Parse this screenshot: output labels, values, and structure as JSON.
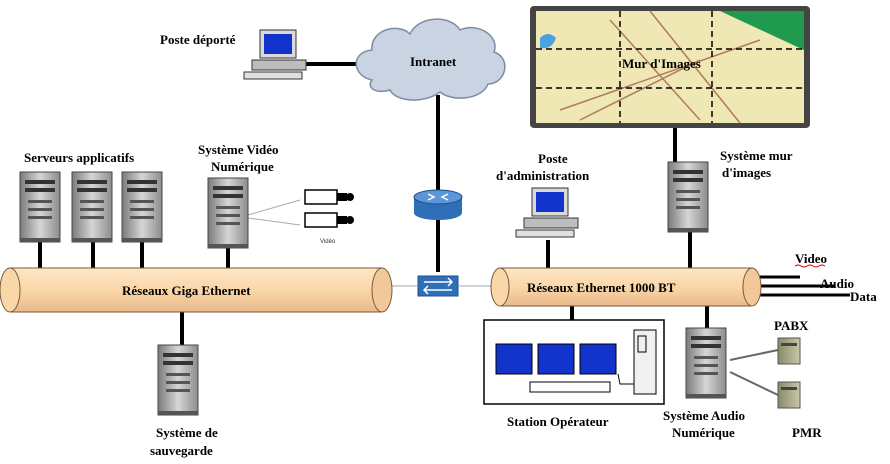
{
  "labels": {
    "poste_deporte": "Poste déporté",
    "intranet": "Intranet",
    "mur_images": "Mur d'Images",
    "serveurs": "Serveurs applicatifs",
    "video_line1": "Système Vidéo",
    "video_line2": "Numérique",
    "cam_caption": "Vidéo",
    "admin_line1": "Poste",
    "admin_line2": "d'administration",
    "mur_sys_line1": "Système mur",
    "mur_sys_line2": "d'images",
    "giga": "Réseaux Giga Ethernet",
    "eth1000": "Réseaux Ethernet 1000 BT",
    "video_out": "Video",
    "audio_out": "Audio",
    "data_out": "Data",
    "pabx": "PABX",
    "pmr": "PMR",
    "station": "Station Opérateur",
    "audio_line1": "Système Audio",
    "audio_line2": "Numérique",
    "sauv_line1": "Système de",
    "sauv_line2": "sauvegarde"
  },
  "colors": {
    "bus_fill": "#fad7a8",
    "cloud_fill": "#c9d3e2",
    "router_fill": "#2f6fb7",
    "monitor_blue": "#1133cc"
  }
}
